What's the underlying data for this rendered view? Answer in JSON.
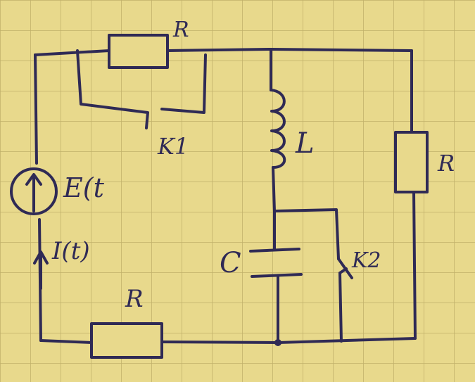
{
  "paper": {
    "background": "#e8d98c",
    "grid_color": "#bfb06a"
  },
  "ink_color": "#2f2a55",
  "labels": {
    "r_top": "R",
    "r_right": "R",
    "r_bottom": "R",
    "switch_k1": "K1",
    "inductor": "L",
    "capacitor": "C",
    "switch_k2": "K2",
    "source": "E(t",
    "current": "I(t)"
  }
}
